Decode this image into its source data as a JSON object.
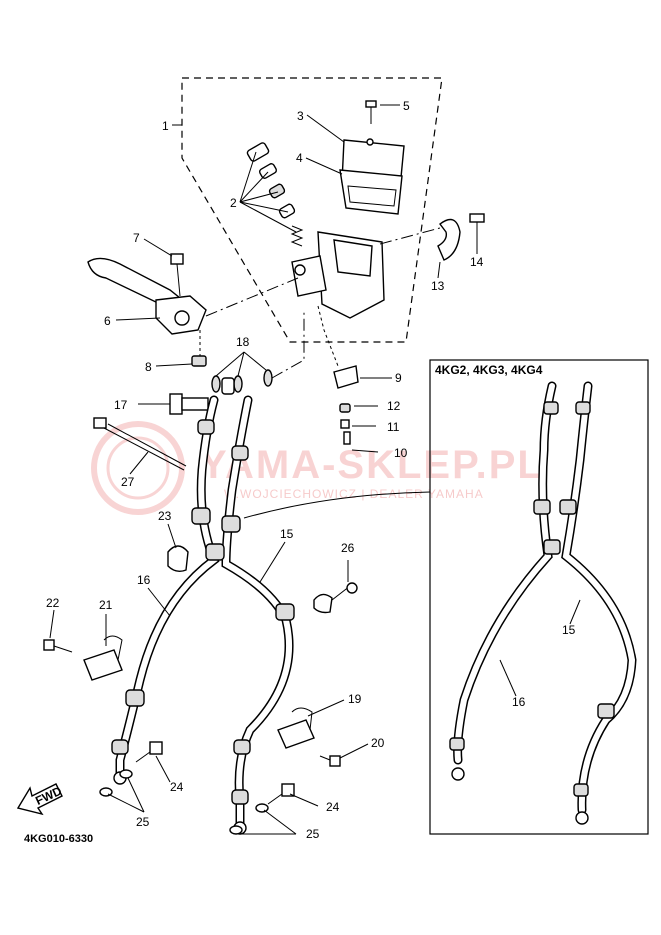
{
  "diagram_code": "4KG010-6330",
  "watermark": {
    "main": "YAMA-SKLEP.PL",
    "sub": "W.WOJCIECHOWICZ | DEALER YAMAHA"
  },
  "inset": {
    "title": "4KG2, 4KG3, 4KG4",
    "labels": [
      "15",
      "16"
    ]
  },
  "fwd_label": "FWD",
  "part_labels": [
    "1",
    "2",
    "3",
    "4",
    "5",
    "6",
    "7",
    "8",
    "9",
    "10",
    "11",
    "12",
    "13",
    "14",
    "15",
    "16",
    "17",
    "18",
    "19",
    "20",
    "21",
    "22",
    "23",
    "24",
    "24",
    "25",
    "25",
    "26",
    "27"
  ]
}
